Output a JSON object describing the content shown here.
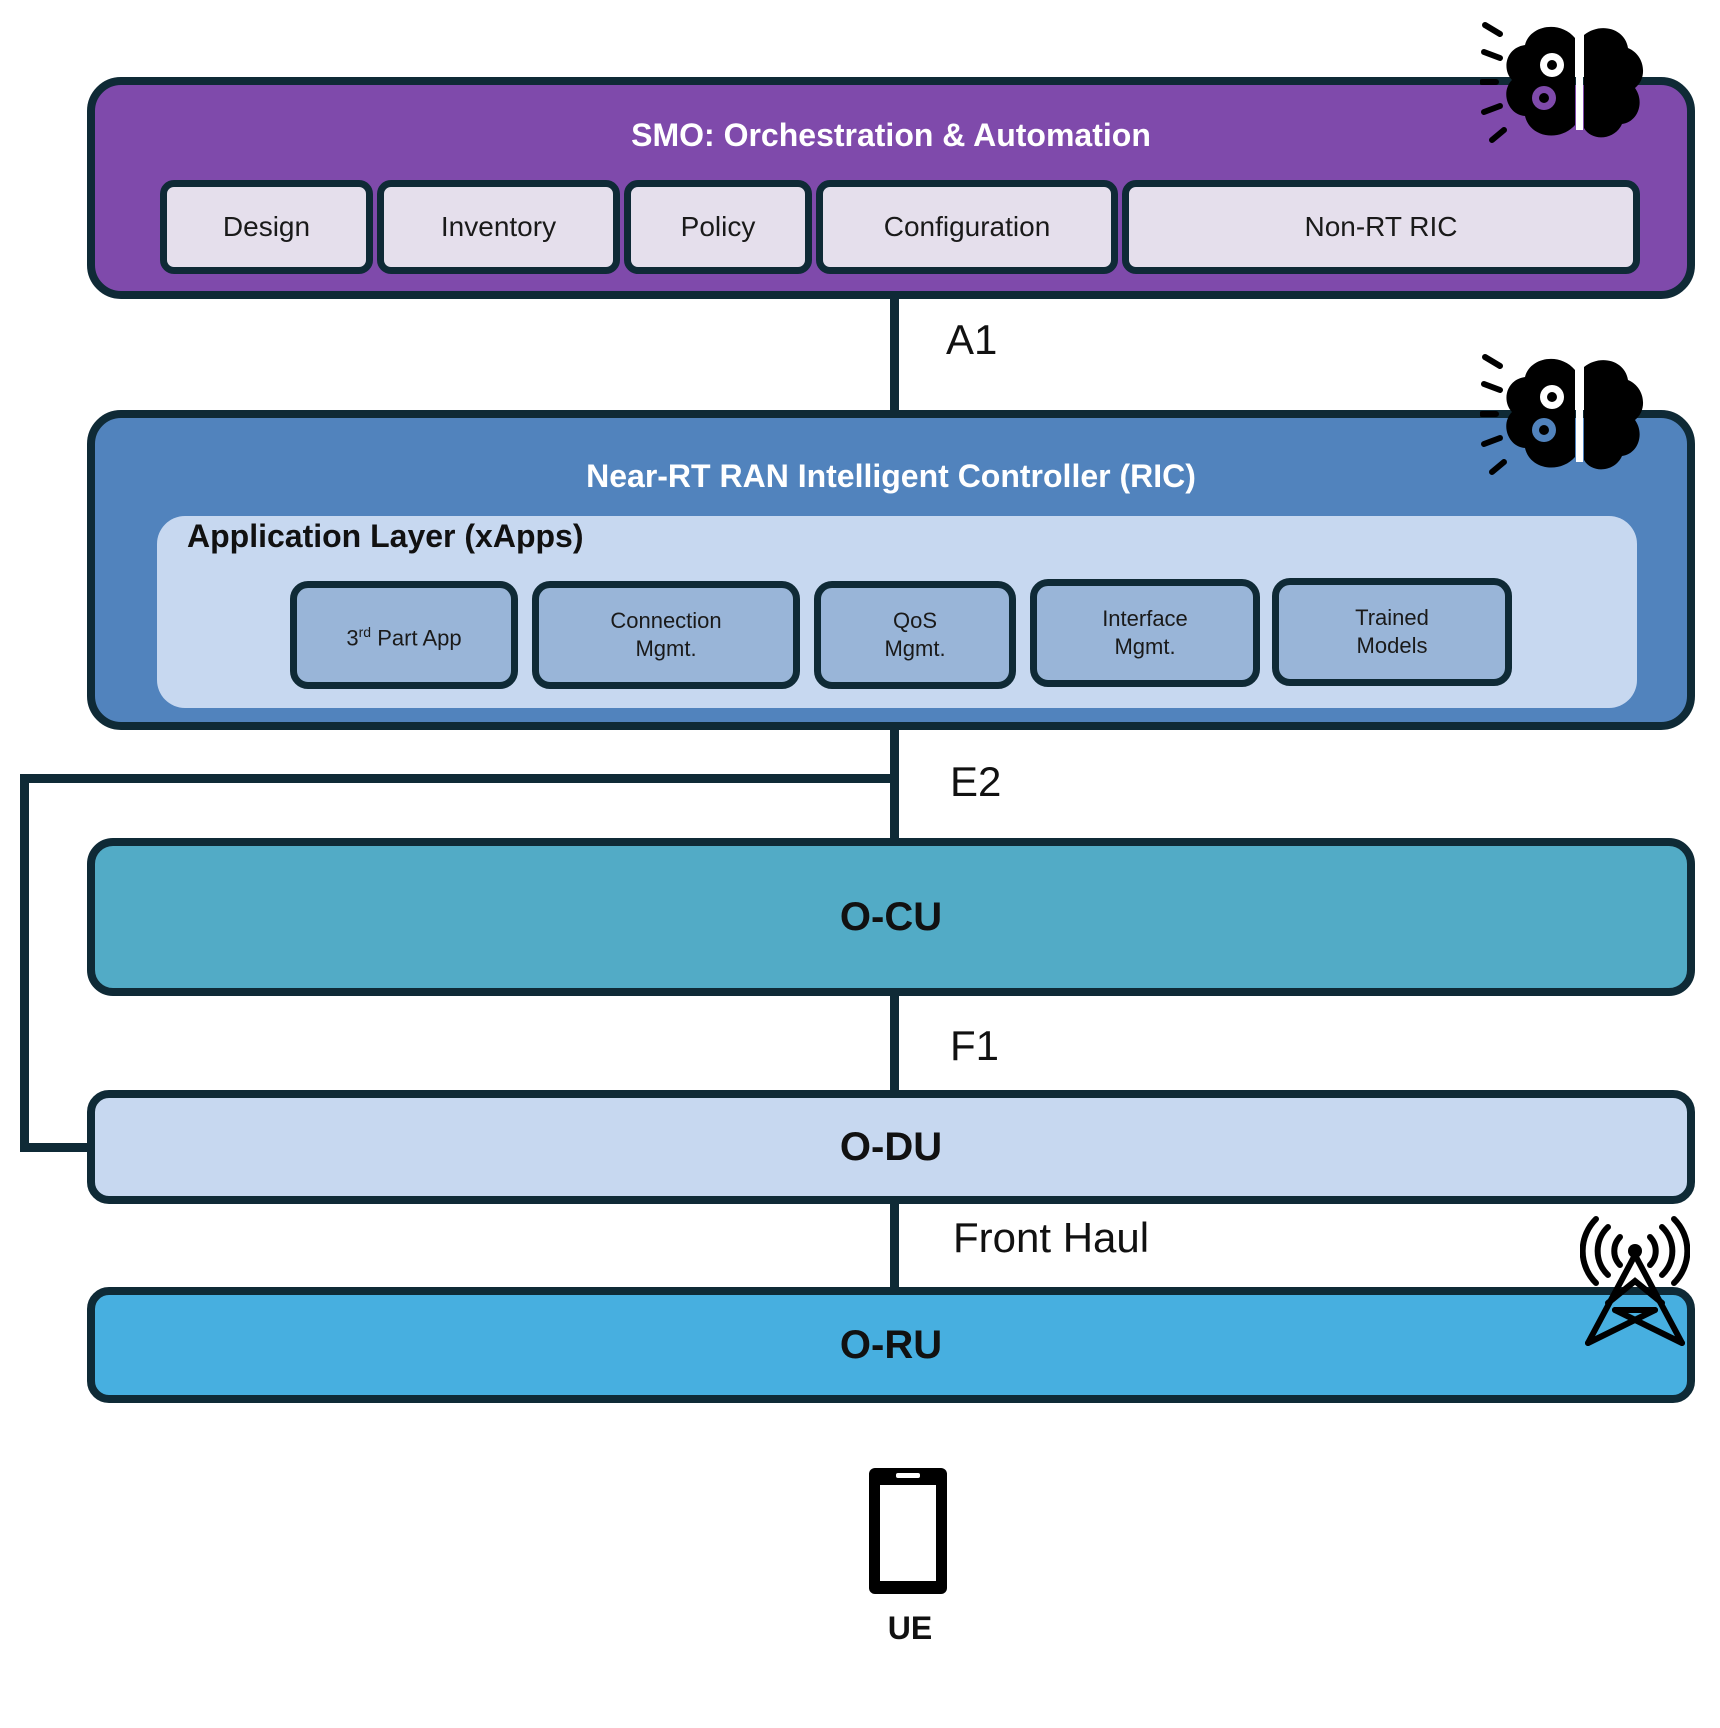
{
  "colors": {
    "outline": "#0f2a36",
    "smo": "#7f4aab",
    "smo_box": "#e5dfec",
    "ric": "#5183bd",
    "app_layer": "#c7d8f0",
    "xapp": "#99b5d8",
    "ocu": "#52abc6",
    "odu": "#c7d8f0",
    "oru": "#47afe0"
  },
  "smo": {
    "title": "SMO: Orchestration & Automation",
    "icon": "ai-brain-icon",
    "boxes": [
      "Design",
      "Inventory",
      "Policy",
      "Configuration",
      "Non-RT RIC"
    ]
  },
  "interfaces": {
    "a1": "A1",
    "e2": "E2",
    "f1": "F1",
    "fronthaul": "Front Haul"
  },
  "ric": {
    "title": "Near-RT RAN Intelligent Controller (RIC)",
    "icon": "ai-brain-icon",
    "app_layer_title": "Application Layer (xApps)",
    "xapps": [
      {
        "main": "3",
        "sup": "rd",
        "rest": " Part App"
      },
      {
        "line1": "Connection",
        "line2": "Mgmt."
      },
      {
        "line1": "QoS",
        "line2": "Mgmt."
      },
      {
        "line1": "Interface",
        "line2": "Mgmt."
      },
      {
        "line1": "Trained",
        "line2": "Models"
      }
    ]
  },
  "ocu": {
    "label": "O-CU"
  },
  "odu": {
    "label": "O-DU"
  },
  "oru": {
    "label": "O-RU",
    "icon": "cell-tower-icon"
  },
  "ue": {
    "label": "UE",
    "icon": "smartphone-icon"
  }
}
